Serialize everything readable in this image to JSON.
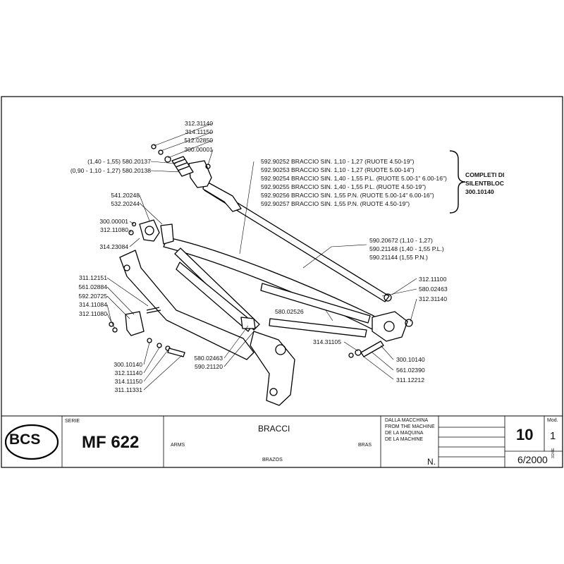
{
  "left_labels": [
    {
      "name": "label-312-31140",
      "text": "312.31140"
    },
    {
      "name": "label-314-11150",
      "text": "314.11150"
    },
    {
      "name": "label-512-02850",
      "text": "512.02850"
    },
    {
      "name": "label-300-00001-top",
      "text": "300.00001"
    },
    {
      "name": "label-580-20137",
      "text": "(1,40 - 1,55) 580.20137"
    },
    {
      "name": "label-580-20138",
      "text": "(0,90 - 1,10 - 1,27) 580.20138"
    },
    {
      "name": "label-541-20248",
      "text": "541.20248"
    },
    {
      "name": "label-532-20244",
      "text": "532.20244"
    },
    {
      "name": "label-300-00001-mid",
      "text": "300.00001"
    },
    {
      "name": "label-312-11080-mid",
      "text": "312.11080"
    },
    {
      "name": "label-314-23084",
      "text": "314.23084"
    },
    {
      "name": "label-311-12151",
      "text": "311.12151"
    },
    {
      "name": "label-561-02884",
      "text": "561.02884"
    },
    {
      "name": "label-592-20725",
      "text": "592.20725"
    },
    {
      "name": "label-314-11084",
      "text": "314.11084"
    },
    {
      "name": "label-312-11080-low",
      "text": "312.11080"
    },
    {
      "name": "label-300-10140-left",
      "text": "300.10140"
    },
    {
      "name": "label-312-11140",
      "text": "312.11140"
    },
    {
      "name": "label-314-11150-low",
      "text": "314.11150"
    },
    {
      "name": "label-311-11331",
      "text": "311.11331"
    },
    {
      "name": "label-580-02463-left",
      "text": "580.02463"
    },
    {
      "name": "label-590-21120",
      "text": "590.21120"
    },
    {
      "name": "label-580-02526",
      "text": "580.02526"
    },
    {
      "name": "label-314-31105",
      "text": "314.31105"
    }
  ],
  "right_labels": [
    {
      "name": "label-312-11100",
      "text": "312.11100"
    },
    {
      "name": "label-580-02463-right",
      "text": "580.02463"
    },
    {
      "name": "label-312-31140-right",
      "text": "312.31140"
    },
    {
      "name": "label-300-10140-right",
      "text": "300.10140"
    },
    {
      "name": "label-561-02390",
      "text": "561.02390"
    },
    {
      "name": "label-311-12212",
      "text": "311.12212"
    }
  ],
  "braccio_list": [
    "592.90252 BRACCIO SIN. 1,10 - 1,27 (RUOTE 4.50-19\")",
    "592.90253 BRACCIO SIN. 1,10 - 1,27 (RUOTE 5.00-14\")",
    "592.90254 BRACCIO SIN. 1,40 - 1,55 P.L. (RUOTE 5.00-1\"  6.00-16\")",
    "592.90255 BRACCIO SIN. 1,40 - 1,55 P.L. (RUOTE 4.50-19\")",
    "592.90256 BRACCIO SIN. 1,55 P.N. (RUOTE 5.00-14\"  6.00-16\")",
    "592.90257 BRACCIO SIN. 1,55 P.N. (RUOTE 4.50-19\")"
  ],
  "completi": [
    "COMPLETI DI",
    "SILENTBLOC",
    "300.10140"
  ],
  "rod_labels": [
    "590.20672 (1,10 - 1,27)",
    "590.21148 (1,40 - 1,55 P.L.)",
    "590.21144 (1,55 P.N.)"
  ],
  "title_block": {
    "logo": "BCS",
    "serie_caption": "SERIE",
    "model": "MF 622",
    "title_it": "BRACCI",
    "title_en": "ARMS",
    "title_fr": "BRAS",
    "title_es": "BRAZOS",
    "source_lines": [
      "DALLA MACCHINA",
      "FROM THE MACHINE",
      "DE LA MAQUINA",
      "DE LA MACHINE"
    ],
    "n_label": "N.",
    "table_no": "10",
    "mod_caption": "Mod.",
    "mod_no": "1",
    "date": "6/2000",
    "side_code": "3/2/6E"
  }
}
